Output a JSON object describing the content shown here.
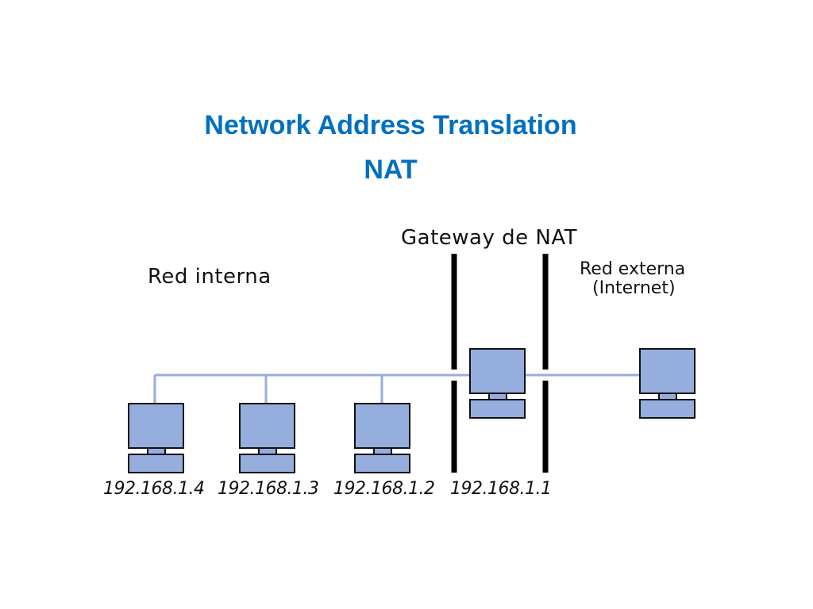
{
  "slide": {
    "title_line1": "Network Address Translation",
    "title_line2": "NAT"
  },
  "diagram": {
    "gateway_label": "Gateway de NAT",
    "internal_label": "Red interna",
    "external_label_line1": "Red externa",
    "external_label_line2": "(Internet)",
    "hosts": [
      {
        "ip": "192.168.1.4"
      },
      {
        "ip": "192.168.1.3"
      },
      {
        "ip": "192.168.1.2"
      }
    ],
    "gateway_ip": "192.168.1.1",
    "colors": {
      "title": "#0070c0",
      "computer": "#95aedd",
      "wire": "#95aedd",
      "barrier": "#000000"
    }
  }
}
